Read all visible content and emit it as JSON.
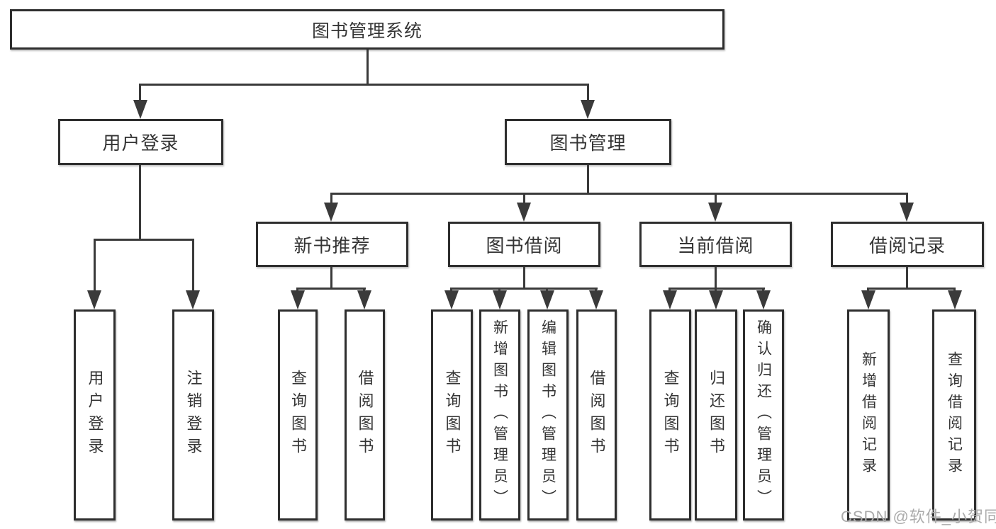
{
  "diagram_type": "hierarchy-diagram",
  "tree": {
    "root": {
      "label": "图书管理系统",
      "children": [
        {
          "label": "用户登录",
          "children": [
            {
              "label": "用户登录"
            },
            {
              "label": "注销登录"
            }
          ]
        },
        {
          "label": "图书管理",
          "children": [
            {
              "label": "新书推荐",
              "children": [
                {
                  "label": "查询图书"
                },
                {
                  "label": "借阅图书"
                }
              ]
            },
            {
              "label": "图书借阅",
              "children": [
                {
                  "label": "查询图书"
                },
                {
                  "label": "新增图书（管理员）"
                },
                {
                  "label": "编辑图书（管理员）"
                },
                {
                  "label": "借阅图书"
                }
              ]
            },
            {
              "label": "当前借阅",
              "children": [
                {
                  "label": "查询图书"
                },
                {
                  "label": "归还图书"
                },
                {
                  "label": "确认归还（管理员）"
                }
              ]
            },
            {
              "label": "借阅记录",
              "children": [
                {
                  "label": "新增借阅记录"
                },
                {
                  "label": "查询借阅记录"
                }
              ]
            }
          ]
        }
      ]
    }
  },
  "watermark": {
    "text": "CSDN @软件_小贺同学"
  },
  "colors": {
    "background": "#ffffff",
    "box_border": "#2e2e2e",
    "line": "#3a3a3a",
    "text": "#343434",
    "watermark": "#ababab"
  }
}
